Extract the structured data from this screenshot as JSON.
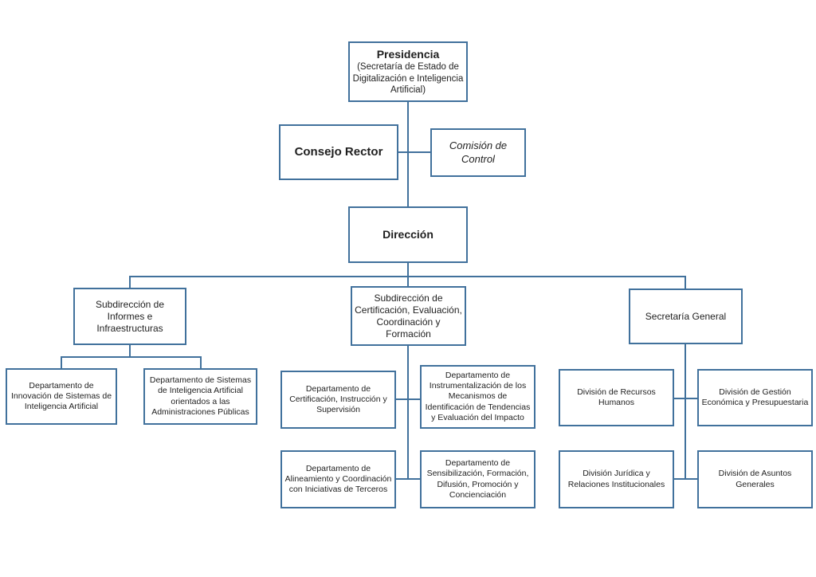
{
  "diagram": {
    "type": "org-chart",
    "language": "es",
    "colors": {
      "line": "#41719c",
      "text": "#1f1f1f",
      "background": "#ffffff"
    },
    "nodes": {
      "presidencia": {
        "title": "Presidencia",
        "subtitle": "(Secretaría de Estado de Digitalización e Inteligencia Artificial)"
      },
      "consejo_rector": {
        "label": "Consejo Rector"
      },
      "comision_control": {
        "label": "Comisión de Control"
      },
      "direccion": {
        "label": "Dirección"
      },
      "sub_informes": {
        "label": "Subdirección de Informes e Infraestructuras"
      },
      "sub_certificacion": {
        "label": "Subdirección de Certificación, Evaluación, Coordinación y Formación"
      },
      "secretaria_general": {
        "label": "Secretaría General"
      },
      "dep_innovacion": {
        "label": "Departamento de Innovación de Sistemas de Inteligencia Artificial"
      },
      "dep_sistemas_aapp": {
        "label": "Departamento de Sistemas de Inteligencia Artificial orientados a las Administraciones Públicas"
      },
      "dep_certificacion": {
        "label": "Departamento de Certificación, Instrucción y Supervisión"
      },
      "dep_instrumentalizacion": {
        "label": "Departamento de Instrumentalización de los Mecanismos de Identificación de Tendencias y Evaluación del Impacto"
      },
      "dep_alineamiento": {
        "label": "Departamento de Alineamiento y Coordinación con Iniciativas de Terceros"
      },
      "dep_sensibilizacion": {
        "label": "Departamento de Sensibilización, Formación, Difusión, Promoción y Concienciación"
      },
      "div_recursos_humanos": {
        "label": "División de Recursos Humanos"
      },
      "div_gestion_economica": {
        "label": "División de Gestión Económica y Presupuestaria"
      },
      "div_juridica": {
        "label": "División Jurídica y Relaciones Institucionales"
      },
      "div_asuntos_generales": {
        "label": "División de Asuntos Generales"
      }
    }
  }
}
